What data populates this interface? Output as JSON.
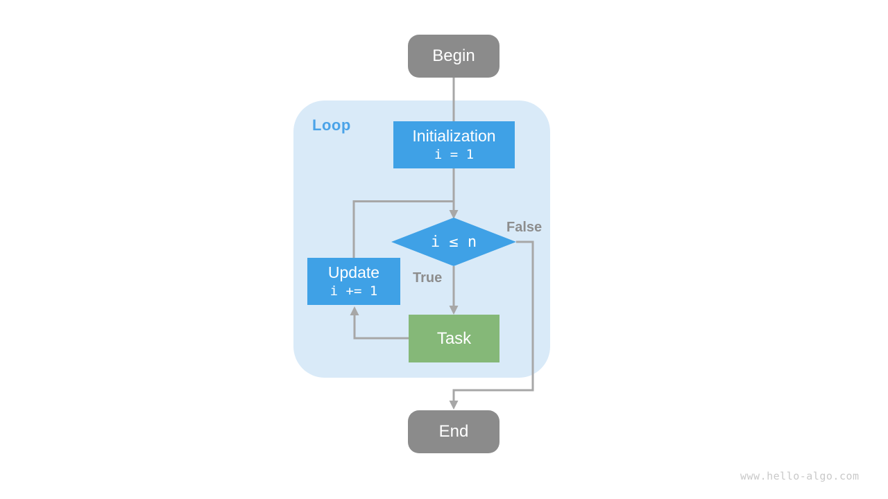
{
  "nodes": {
    "begin": {
      "label": "Begin"
    },
    "initialization": {
      "label": "Initialization",
      "code": "i = 1"
    },
    "condition": {
      "label": "i ≤ n"
    },
    "update": {
      "label": "Update",
      "code": "i += 1"
    },
    "task": {
      "label": "Task"
    },
    "end": {
      "label": "End"
    }
  },
  "labels": {
    "loop": "Loop",
    "true": "True",
    "false": "False"
  },
  "watermark": "www.hello-algo.com",
  "colors": {
    "node_blue": "#3fa1e6",
    "node_green": "#85b878",
    "node_gray": "#8b8b8b",
    "loop_bg": "#d9eaf8",
    "loop_label": "#4aa3e8",
    "line": "#a7a7a7",
    "edge_label": "#8d8d8d",
    "watermark": "#c9c9c9"
  }
}
